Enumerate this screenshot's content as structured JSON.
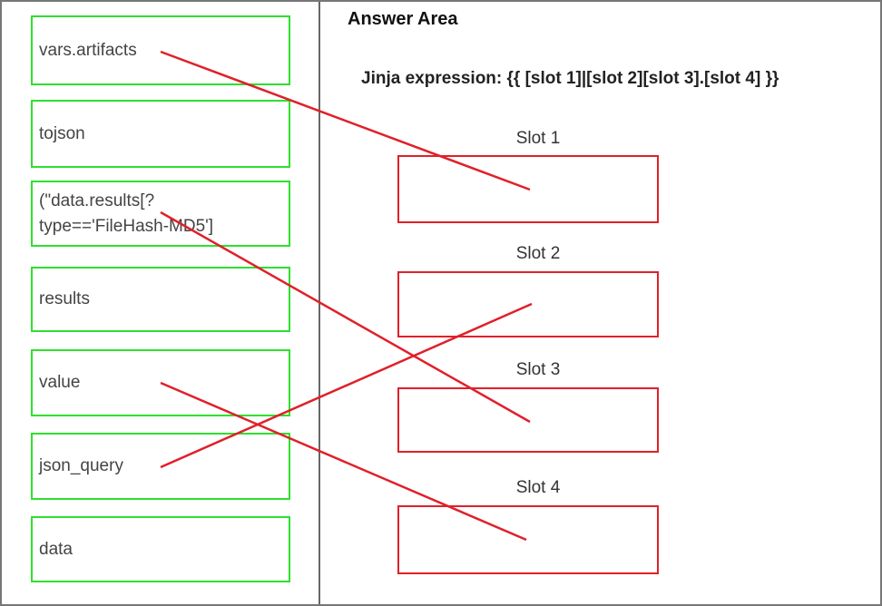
{
  "options": [
    "vars.artifacts",
    "tojson",
    "(\"data.results[? type=='FileHash-MD5']",
    "results",
    "value",
    "json_query",
    "data"
  ],
  "answer_area": {
    "title": "Answer Area",
    "expression": "Jinja expression: {{ [slot 1]|[slot 2][slot 3].[slot 4] }}",
    "slots": [
      "Slot 1",
      "Slot 2",
      "Slot 3",
      "Slot 4"
    ]
  },
  "colors": {
    "option_border": "#2ee02e",
    "slot_border": "#e0202a",
    "line": "#e0202a"
  }
}
